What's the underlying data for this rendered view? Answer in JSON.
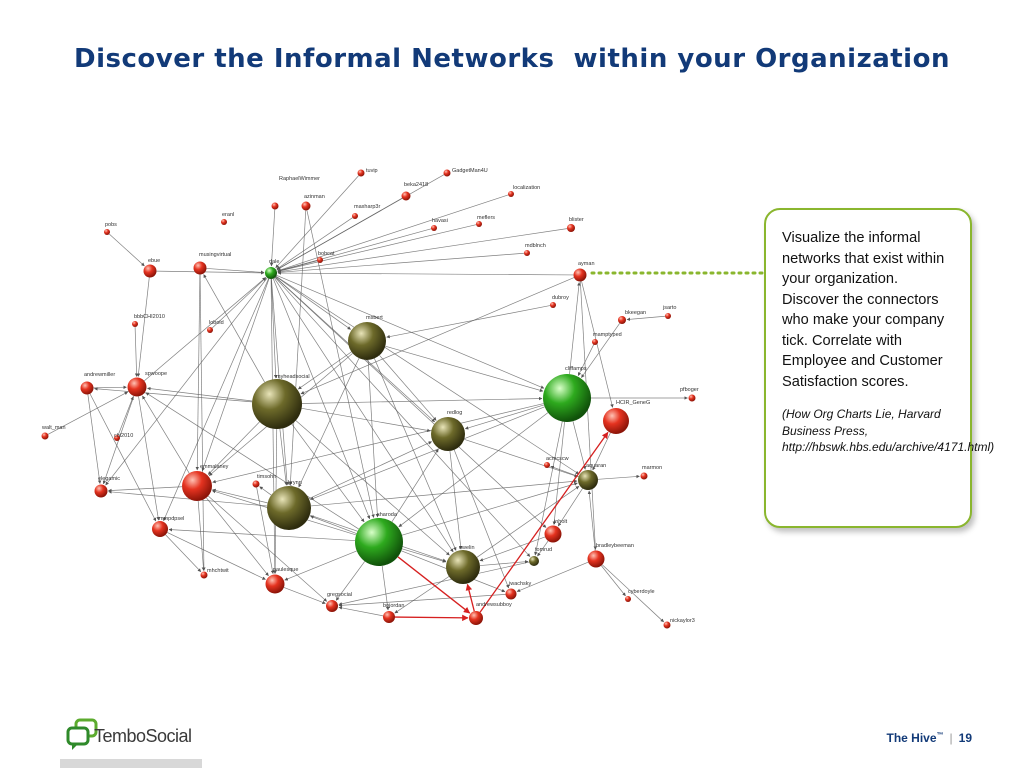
{
  "title": "Discover the Informal Networks  within your Organization",
  "callout": {
    "text": "Visualize the informal networks that exist within your organization.  Discover the connectors who make your company tick. Correlate with Employee and Customer Satisfaction scores.",
    "citation": "(How Org Charts Lie, Harvard Business Press, http://hbswk.hbs.edu/archive/4171.html)"
  },
  "logo": {
    "text_part1": "Tembo",
    "text_part2": "Social"
  },
  "footer": {
    "brand": "The Hive",
    "trademark": "™",
    "page": "19"
  },
  "colors": {
    "title": "#123a78",
    "callout_border": "#8ab62e",
    "red_node": "#e53320",
    "green_node": "#2eaa1e",
    "olive_node": "#6d6a2a"
  },
  "network": {
    "nodes": [
      {
        "label": "RaphaelWimmer",
        "color": "red"
      },
      {
        "label": "tuvip",
        "color": "red"
      },
      {
        "label": "GadgetMan4U",
        "color": "red"
      },
      {
        "label": "beka2418",
        "color": "red"
      },
      {
        "label": "localization",
        "color": "red"
      },
      {
        "label": "azinman",
        "color": "red"
      },
      {
        "label": "maxharp3r",
        "color": "red"
      },
      {
        "label": "eranl",
        "color": "red"
      },
      {
        "label": "havasi",
        "color": "red"
      },
      {
        "label": "meflers",
        "color": "red"
      },
      {
        "label": "blister",
        "color": "red"
      },
      {
        "label": "pobs",
        "color": "red"
      },
      {
        "label": "mdblnch",
        "color": "red"
      },
      {
        "label": "ebue",
        "color": "red"
      },
      {
        "label": "musingvirtual",
        "color": "red"
      },
      {
        "label": "dale",
        "color": "green"
      },
      {
        "label": "bobcat",
        "color": "red"
      },
      {
        "label": "ayman",
        "color": "red"
      },
      {
        "label": "dubroy",
        "color": "red"
      },
      {
        "label": "jsarto",
        "color": "red"
      },
      {
        "label": "bbbCHI2010",
        "color": "red"
      },
      {
        "label": "lobold",
        "color": "red"
      },
      {
        "label": "msbert",
        "color": "olive"
      },
      {
        "label": "bkeegan",
        "color": "red"
      },
      {
        "label": "mamptyped",
        "color": "red"
      },
      {
        "label": "andrewmiller",
        "color": "red"
      },
      {
        "label": "spwoope",
        "color": "red"
      },
      {
        "label": "myheadsocial",
        "color": "olive"
      },
      {
        "label": "cliffamps",
        "color": "green"
      },
      {
        "label": "pfboger",
        "color": "red"
      },
      {
        "label": "HCIR_GeneG",
        "color": "red"
      },
      {
        "label": "walt_man",
        "color": "red"
      },
      {
        "label": "chi2010",
        "color": "red"
      },
      {
        "label": "redlog",
        "color": "olive"
      },
      {
        "label": "acmcscw",
        "color": "red"
      },
      {
        "label": "aquaran",
        "color": "olive"
      },
      {
        "label": "marmon",
        "color": "red"
      },
      {
        "label": "elegamic",
        "color": "red"
      },
      {
        "label": "emmalaney",
        "color": "red"
      },
      {
        "label": "timsohn",
        "color": "red"
      },
      {
        "label": "brynn",
        "color": "olive"
      },
      {
        "label": "mmpdpsel",
        "color": "red"
      },
      {
        "label": "sharoda",
        "color": "green"
      },
      {
        "label": "jnholt",
        "color": "red"
      },
      {
        "label": "bradleybeeman",
        "color": "red"
      },
      {
        "label": "ewelin",
        "color": "olive"
      },
      {
        "label": "tomrud",
        "color": "olive"
      },
      {
        "label": "mhchtwit",
        "color": "red"
      },
      {
        "label": "paulesque",
        "color": "red"
      },
      {
        "label": "jwachsky",
        "color": "red"
      },
      {
        "label": "cyberdoyle",
        "color": "red"
      },
      {
        "label": "gregsocial",
        "color": "red"
      },
      {
        "label": "bojordan",
        "color": "red"
      },
      {
        "label": "andrewsubboy",
        "color": "red"
      },
      {
        "label": "nickaylor3",
        "color": "red"
      }
    ]
  }
}
